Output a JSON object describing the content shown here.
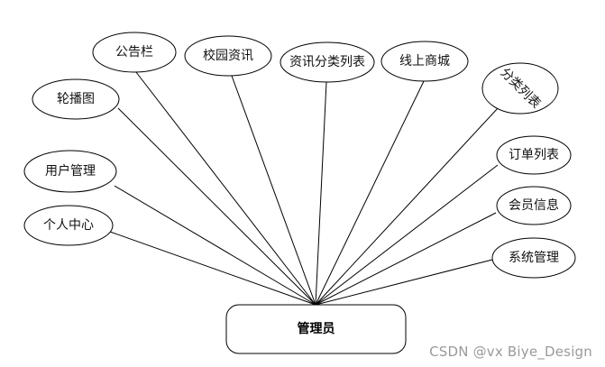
{
  "center": {
    "label": "管理员"
  },
  "functions": [
    {
      "key": "carousel",
      "label": "轮播图"
    },
    {
      "key": "announcement",
      "label": "公告栏"
    },
    {
      "key": "campus_news",
      "label": "校园资讯"
    },
    {
      "key": "news_category_list",
      "label": "资讯分类列表"
    },
    {
      "key": "online_mall",
      "label": "线上商城"
    },
    {
      "key": "category_list",
      "label": "分类列表"
    },
    {
      "key": "user_management",
      "label": "用户管理"
    },
    {
      "key": "order_list",
      "label": "订单列表"
    },
    {
      "key": "personal_center",
      "label": "个人中心"
    },
    {
      "key": "member_info",
      "label": "会员信息"
    },
    {
      "key": "system_management",
      "label": "系统管理"
    }
  ],
  "watermark": "CSDN @vx  Biye_Design"
}
